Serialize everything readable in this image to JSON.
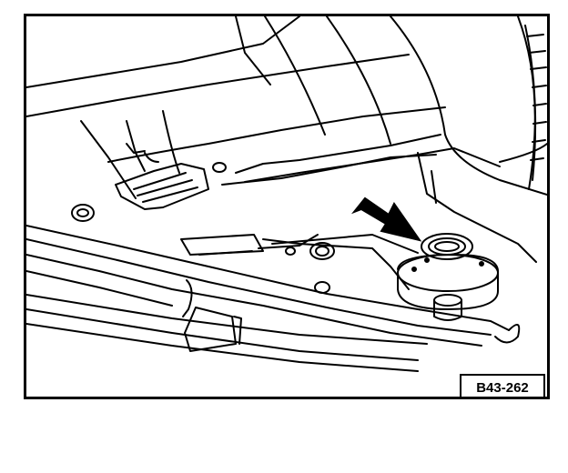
{
  "figure": {
    "label": "B43-262",
    "colors": {
      "line": "#000000",
      "fill": "#ffffff",
      "hatch": "#555555"
    },
    "parts": [
      "fuel-tank-strap-clip",
      "rubber-mount-bush",
      "indicator-arrow",
      "transmission-housing",
      "fuel-tank-strap"
    ]
  }
}
